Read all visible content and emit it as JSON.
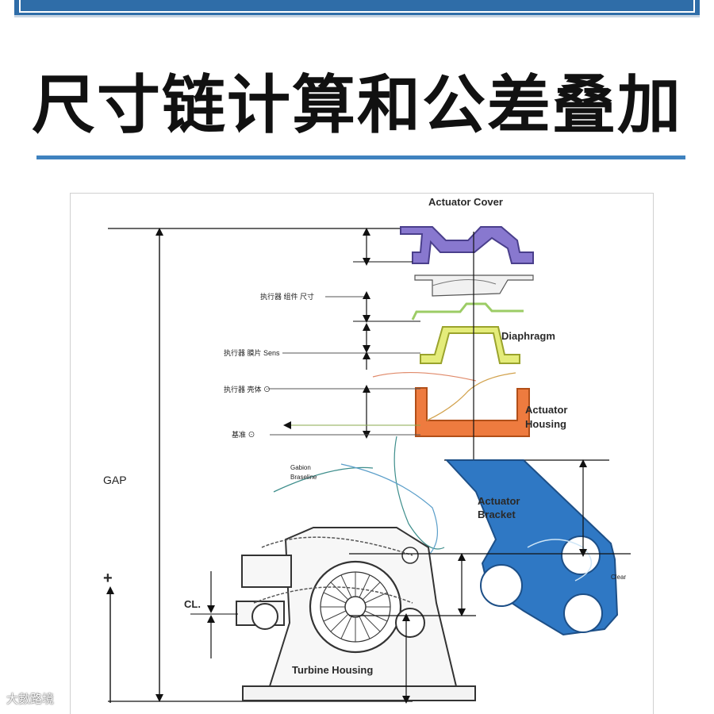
{
  "header": {
    "title": "尺寸链计算和公差叠加",
    "accent_color": "#3f82bf"
  },
  "diagram": {
    "labels": {
      "actuator_cover": "Actuator Cover",
      "diaphragm": "Diaphragm",
      "actuator_housing": "Actuator Housing",
      "actuator_bracket": "Actuator Bracket",
      "turbine_housing": "Turbine Housing",
      "gap": "GAP",
      "clearance": "CL.",
      "plus": "+",
      "annot_1": "执行器 组件 尺寸",
      "annot_2": "执行器 膜片 Sens",
      "annot_3": "执行器 壳体 ⊙",
      "annot_4": "基准 ⊙",
      "annot_5": "Gabion",
      "annot_6": "Braseline",
      "annot_7": "Clear"
    },
    "part_colors": {
      "actuator_cover": "#7b6bc4",
      "diaphragm": "#d9e36a",
      "actuator_housing": "#e8753a",
      "actuator_bracket": "#2f78c4",
      "diaphragm_lower": "#b7d87a"
    }
  },
  "watermark": "大數路境"
}
